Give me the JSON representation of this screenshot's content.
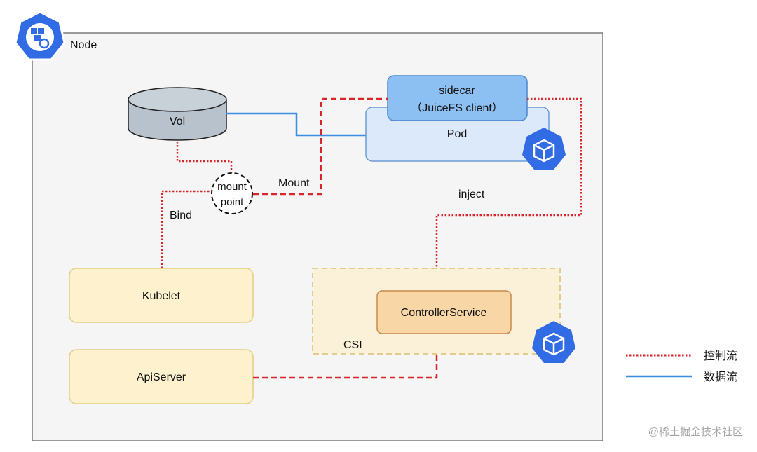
{
  "node": {
    "label": "Node"
  },
  "vol": {
    "label": "Vol"
  },
  "sidecar": {
    "line1": "sidecar",
    "line2": "（JuiceFS client）"
  },
  "pod": {
    "label": "Pod"
  },
  "mount_point": {
    "line1": "mount",
    "line2": "point"
  },
  "edges": {
    "mount": "Mount",
    "bind": "Bind",
    "inject": "inject"
  },
  "kubelet": {
    "label": "Kubelet"
  },
  "apiserver": {
    "label": "ApiServer"
  },
  "csi": {
    "label": "CSI",
    "controller": "ControllerService"
  },
  "legend": {
    "control_flow": "控制流",
    "data_flow": "数据流"
  },
  "watermark": "@稀土掘金技术社区",
  "colors": {
    "control_flow": "#d9262b",
    "data_flow": "#3b8ee0",
    "k8s_blue": "#326ce5",
    "sidecar_fill": "#8cc0f2",
    "pod_fill": "#dce9fb",
    "yellow_fill": "#fdf1ce",
    "controller_fill": "#f8d6a6"
  },
  "icons": [
    "kubernetes-node-icon",
    "kubernetes-pod-icon",
    "kubernetes-csi-icon"
  ]
}
